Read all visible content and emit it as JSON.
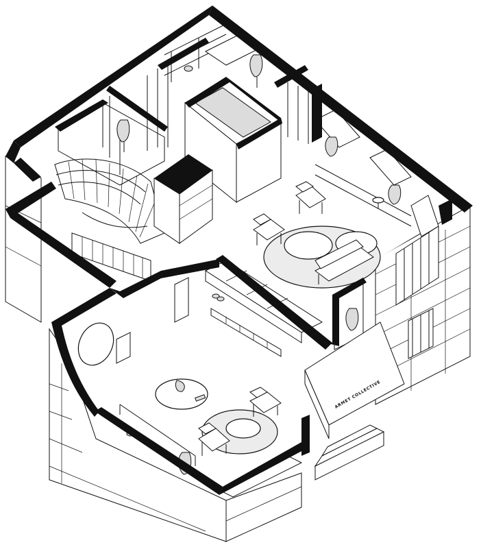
{
  "sign": {
    "text": "ARMET COLLECTIVE"
  },
  "colors": {
    "ink": "#111111",
    "paper": "#ffffff",
    "shade": "#e6e6e6"
  },
  "icons": [
    "staircase",
    "armchair",
    "round-table",
    "rug",
    "mannequin",
    "garment-rack",
    "window",
    "shelving",
    "oval-mirror"
  ]
}
